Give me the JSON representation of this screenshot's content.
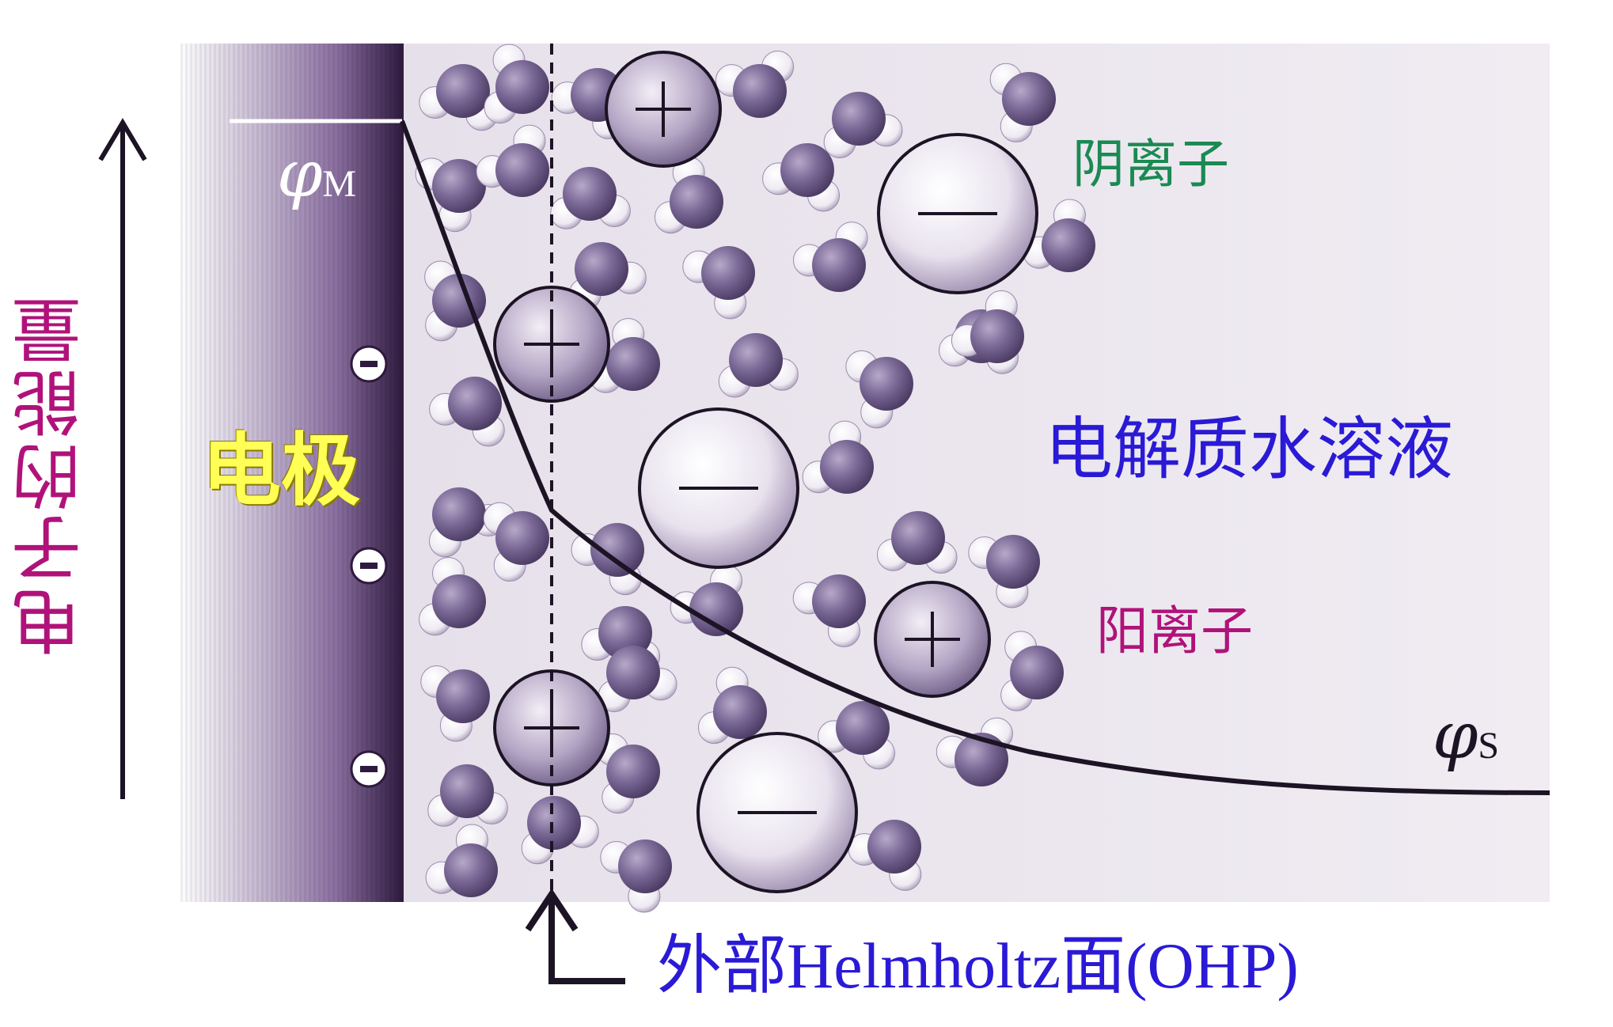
{
  "labels": {
    "energy_axis": "电子的能量",
    "electrode": "电极",
    "solution": "电解质水溶液",
    "anion": "阴离子",
    "cation": "阳离子",
    "ohp": "外部Helmholtz面(OHP)",
    "phi_m_symbol": "φ",
    "phi_m_sub": "M",
    "phi_s_symbol": "φ",
    "phi_s_sub": "S"
  },
  "colors": {
    "electrode_dark": "#2e1a3e",
    "electrode_light": "#8a6fa0",
    "solution_bg": "#ece6ef",
    "molecule": "#6a5884",
    "curve": "#1c1424",
    "anion_text": "#1a8a52",
    "cation_text": "#b0127a",
    "solution_text": "#2a1ad6",
    "electrode_text": "#ffff55"
  }
}
